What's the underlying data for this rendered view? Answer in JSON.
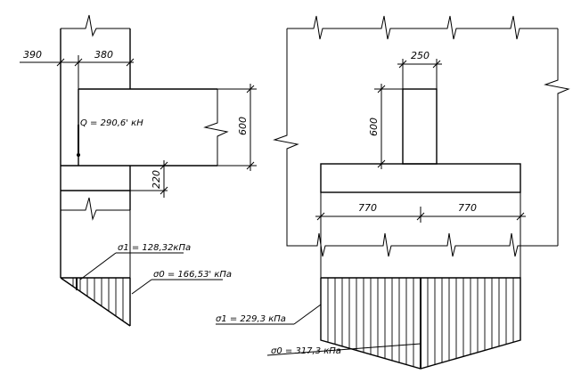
{
  "left_detail": {
    "dim_390": "390",
    "dim_380": "380",
    "dim_600": "600",
    "dim_220": "220",
    "load_label": "Q = 290,6' кН",
    "sigma1_label": "σ1 = 128,32кПа",
    "sigma0_label": "σ0 = 166,53' кПа"
  },
  "right_detail": {
    "dim_250": "250",
    "dim_600": "600",
    "dim_770_left": "770",
    "dim_770_right": "770",
    "sigma1_label": "σ1 = 229,3 кПа",
    "sigma0_label": "σ0 = 317,3 кПа"
  }
}
